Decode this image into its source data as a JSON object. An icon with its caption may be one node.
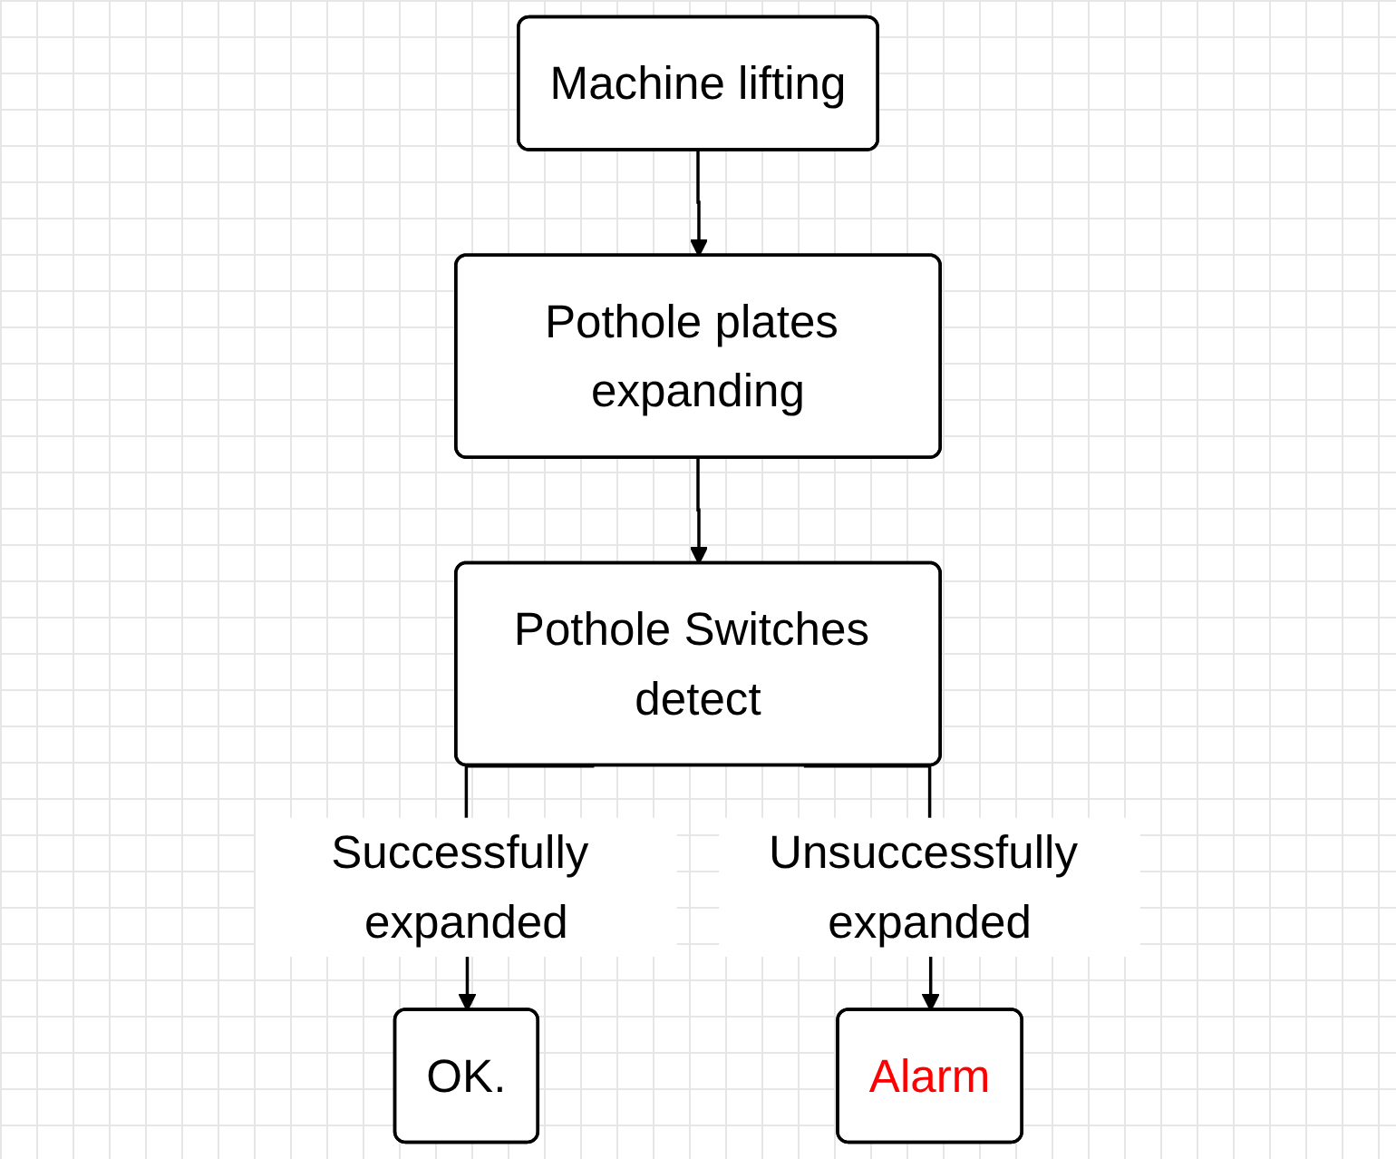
{
  "diagram": {
    "nodes": [
      {
        "text": [
          "Machine lifting"
        ]
      },
      {
        "text": [
          "Pothole plates expanding"
        ]
      },
      {
        "text": [
          "Pothole Switches detect"
        ]
      },
      {
        "text": [
          "OK."
        ]
      },
      {
        "text": [
          "Alarm"
        ]
      }
    ],
    "edges": [
      {
        "from": 0,
        "to": 1,
        "arrow": "to"
      },
      {
        "from": 1,
        "to": 2,
        "arrow": "to"
      },
      {
        "from": 2,
        "to": 3,
        "arrow": "to",
        "label": "Successfully expanded"
      },
      {
        "from": 2,
        "to": 4,
        "arrow": "to",
        "label": "Unsuccessfully expanded"
      }
    ]
  }
}
